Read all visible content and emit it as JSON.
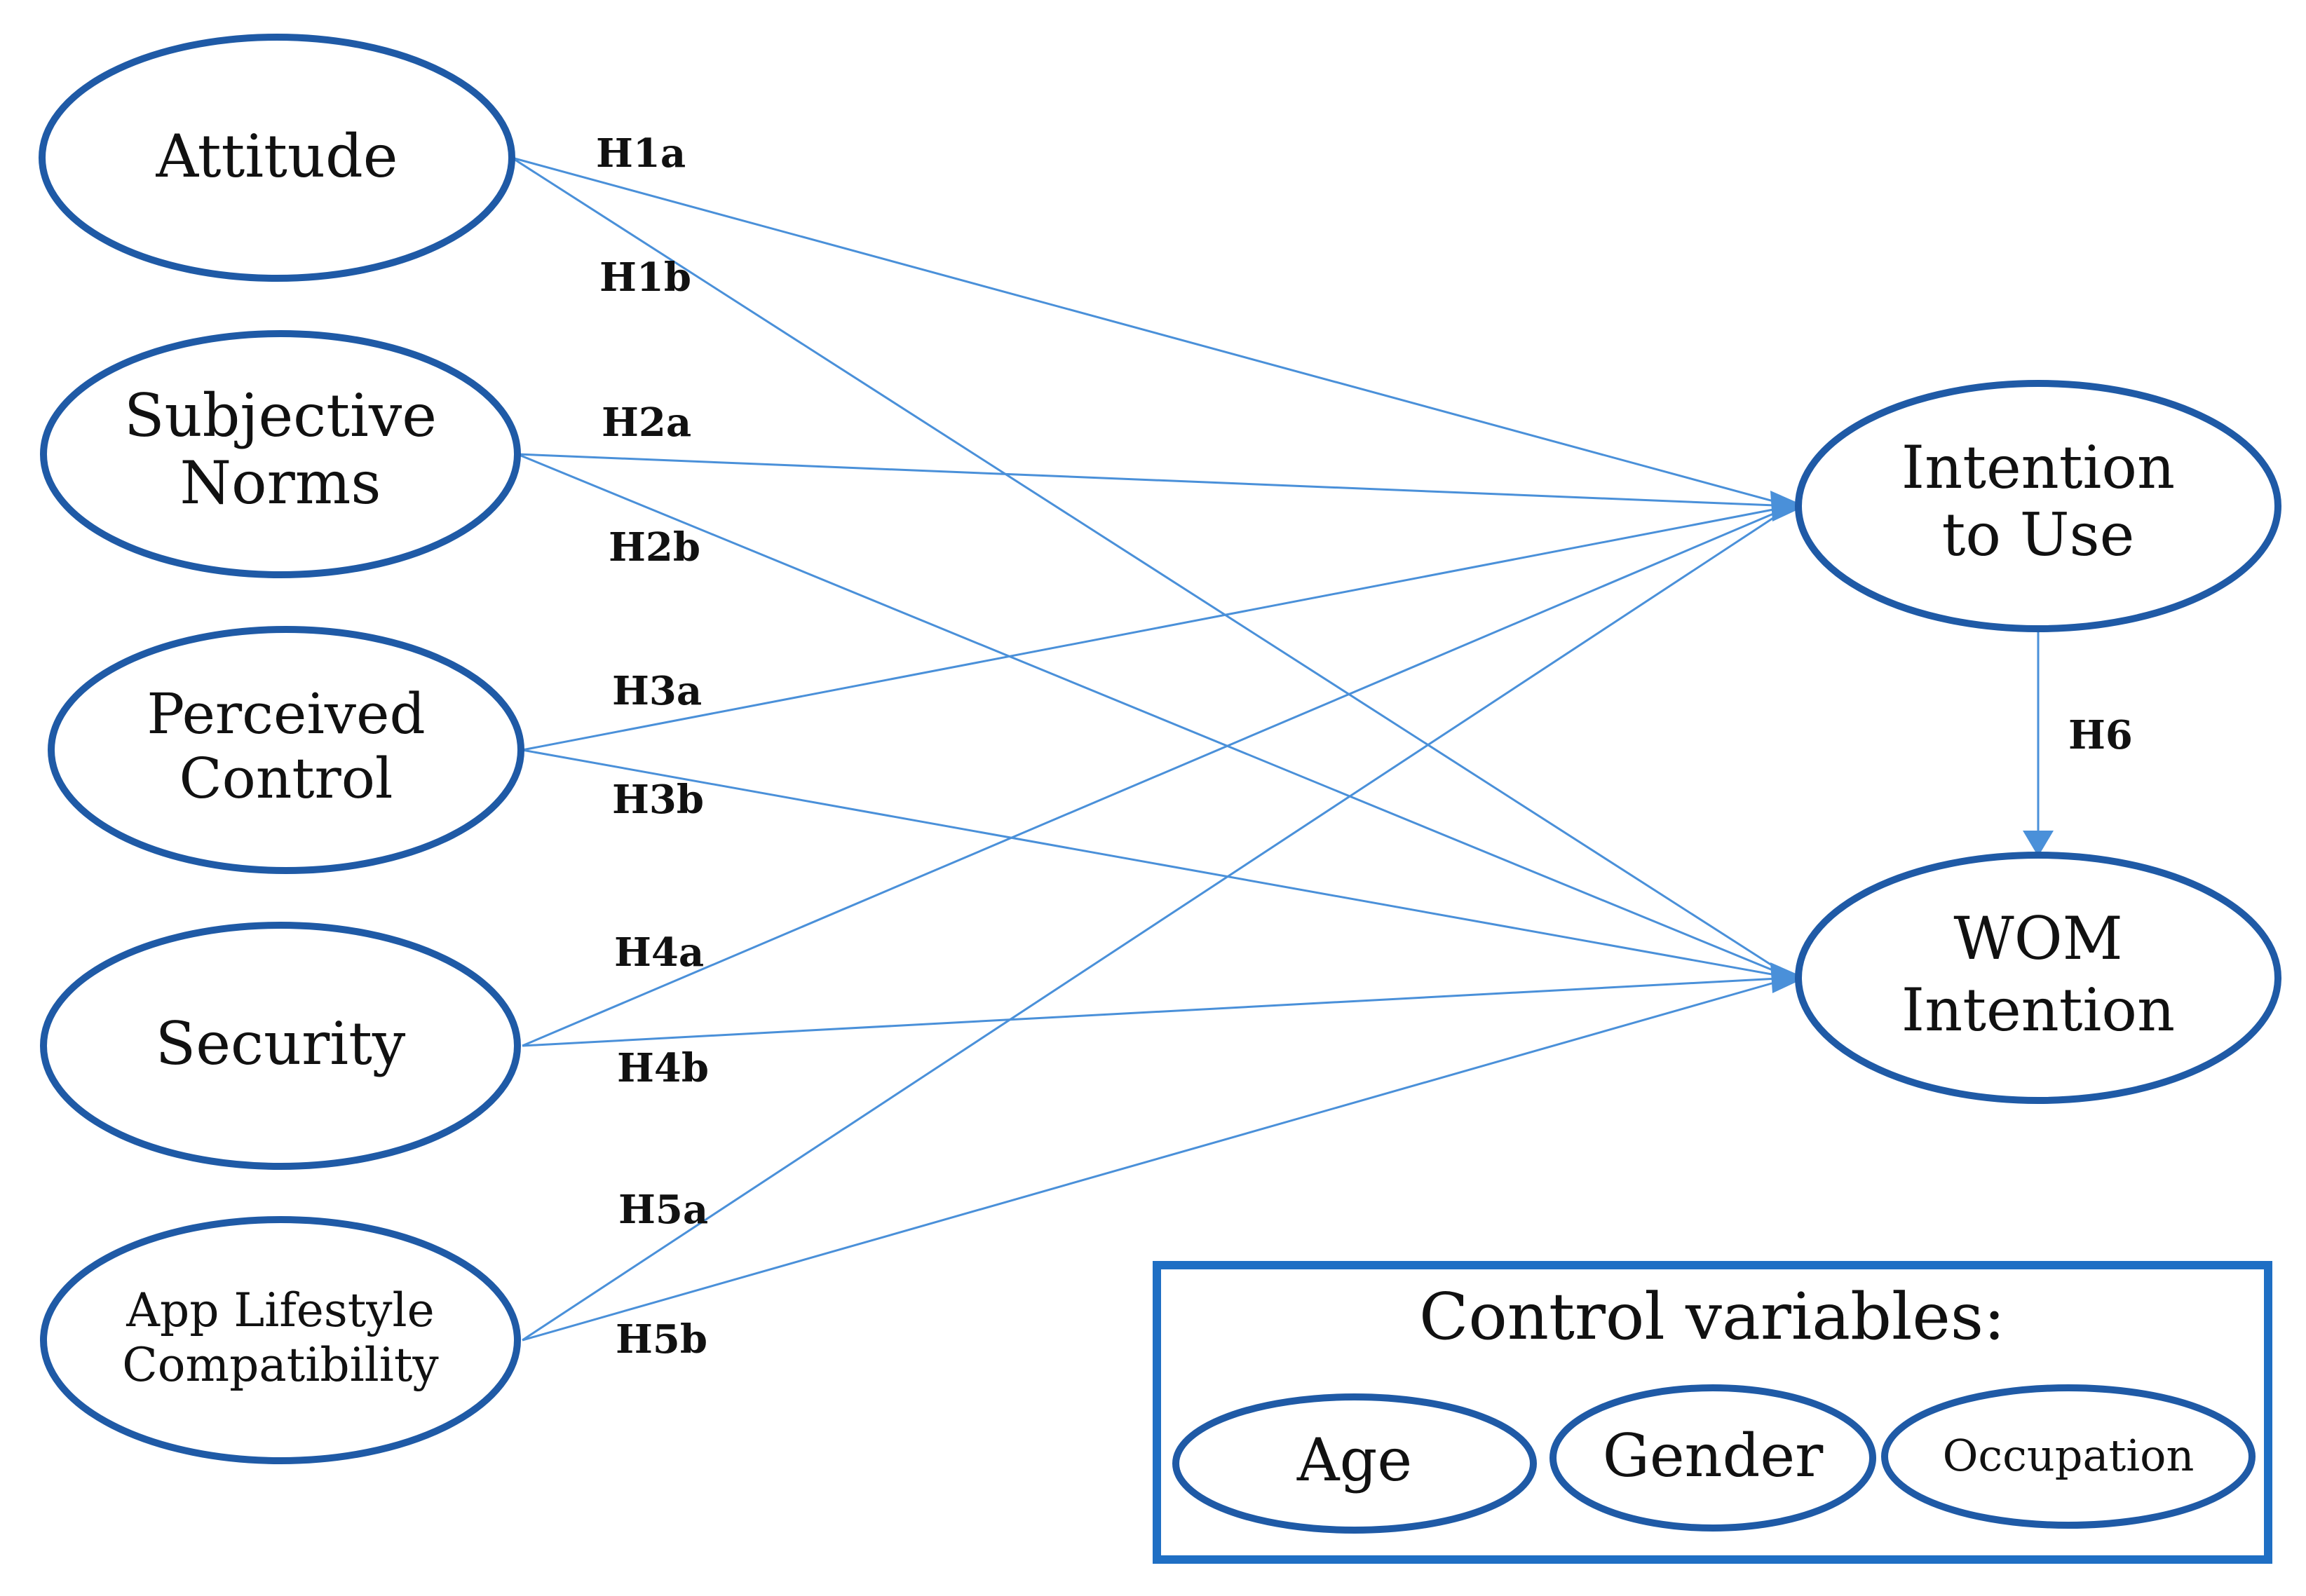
{
  "colors": {
    "ellipse_stroke": "#1f5aa6",
    "arrow_line": "#4a90d9",
    "control_box_stroke": "#1f6fc4",
    "text": "#111111"
  },
  "constructs": {
    "attitude": [
      "Attitude"
    ],
    "subjective_norms": [
      "Subjective",
      "Norms"
    ],
    "perceived_control": [
      "Perceived",
      "Control"
    ],
    "security": [
      "Security"
    ],
    "app_lifestyle": [
      "App Lifestyle",
      "Compatibility"
    ],
    "intention_to_use": [
      "Intention",
      "to Use"
    ],
    "wom_intention": [
      "WOM",
      "Intention"
    ]
  },
  "hypotheses": {
    "h1a": "H1a",
    "h1b": "H1b",
    "h2a": "H2a",
    "h2b": "H2b",
    "h3a": "H3a",
    "h3b": "H3b",
    "h4a": "H4a",
    "h4b": "H4b",
    "h5a": "H5a",
    "h5b": "H5b",
    "h6": "H6"
  },
  "control": {
    "title": "Control variables:",
    "age": "Age",
    "gender": "Gender",
    "occupation": "Occupation"
  }
}
